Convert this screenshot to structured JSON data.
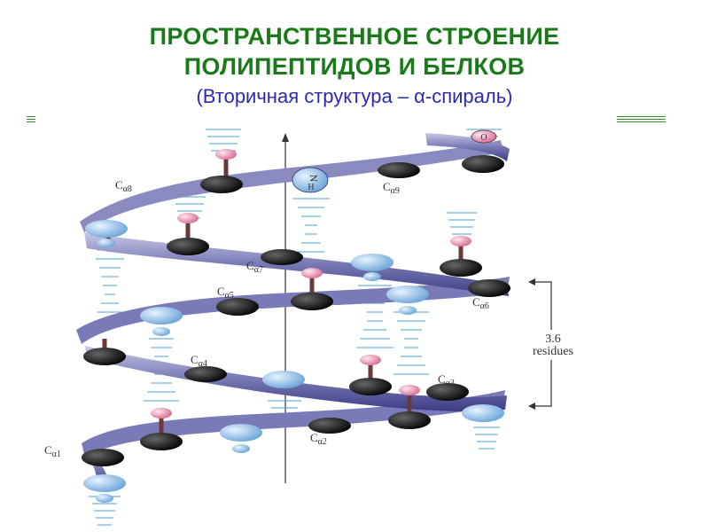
{
  "title_line1": "ПРОСТРАНСТВЕННОЕ СТРОЕНИЕ",
  "title_line2": "ПОЛИПЕПТИДОВ И БЕЛКОВ",
  "subtitle": "(Вторичная структура – α-спираль)",
  "diagram": {
    "calpha_prefix": "C",
    "calpha_sub": "α",
    "calpha_numbers": [
      "8",
      "9",
      "7",
      "5",
      "6",
      "4",
      "3",
      "1",
      "2"
    ],
    "atom_labels": {
      "nitrogen": "N",
      "hydrogen": "H",
      "oxygen": "O"
    },
    "period_value": "3.6",
    "period_unit": "residues"
  },
  "colors": {
    "title": "#1a7a1a",
    "subtitle": "#2a2ab0",
    "ribbon": "#6a6aa8",
    "calpha": "#111111",
    "nitrogen": "#a8d0f0",
    "oxygen": "#f0a8c0",
    "hbond": "#4a9fd0"
  }
}
